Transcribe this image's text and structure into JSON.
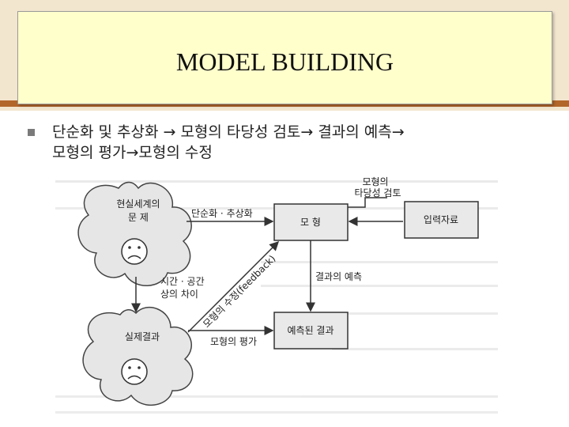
{
  "slide": {
    "title": "MODEL BUILDING",
    "bullet_text": "단순화 및 추상화 → 모형의 타당성 검토→ 결과의 예측→\n모형의 평가→모형의 수정"
  },
  "diagram": {
    "cloud_top_label_line1": "현실세계의",
    "cloud_top_label_line2": "문   제",
    "cloud_bottom_label": "실제결과",
    "box_model": "모   형",
    "box_input": "입력자료",
    "box_predicted": "예측된 결과",
    "label_simplify": "단순화 · 추상화",
    "label_validity_line1": "모형의",
    "label_validity_line2": "타당성 검토",
    "label_predict": "결과의 예측",
    "label_evaluate": "모형의 평가",
    "label_timegap_line1": "시간 · 공간",
    "label_timegap_line2": "상의 차이",
    "label_feedback": "모형의 수정(feedback)"
  }
}
